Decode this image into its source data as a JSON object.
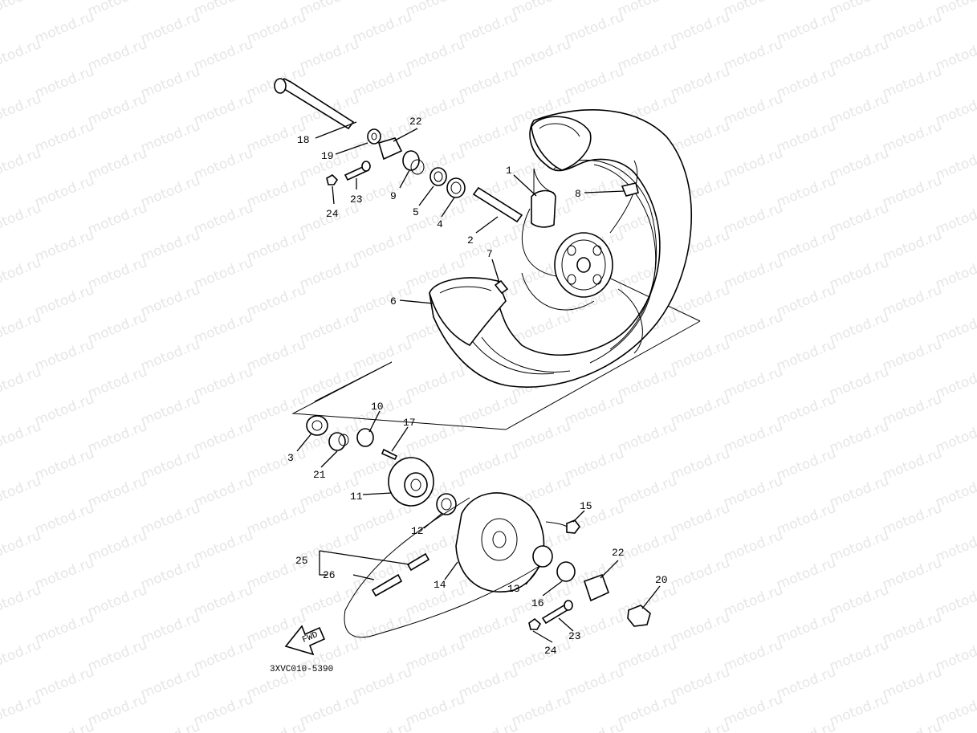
{
  "watermark": {
    "text": "motod.ru"
  },
  "diagram_code": "3XVC010-5390",
  "fwd_label": "FWD",
  "part_labels": [
    {
      "id": "p1",
      "text": "1"
    },
    {
      "id": "p2",
      "text": "2"
    },
    {
      "id": "p3",
      "text": "3"
    },
    {
      "id": "p4",
      "text": "4"
    },
    {
      "id": "p5",
      "text": "5"
    },
    {
      "id": "p6",
      "text": "6"
    },
    {
      "id": "p7",
      "text": "7"
    },
    {
      "id": "p8",
      "text": "8"
    },
    {
      "id": "p9",
      "text": "9"
    },
    {
      "id": "p10",
      "text": "10"
    },
    {
      "id": "p11",
      "text": "11"
    },
    {
      "id": "p12",
      "text": "12"
    },
    {
      "id": "p13",
      "text": "13"
    },
    {
      "id": "p14",
      "text": "14"
    },
    {
      "id": "p15",
      "text": "15"
    },
    {
      "id": "p16",
      "text": "16"
    },
    {
      "id": "p17",
      "text": "17"
    },
    {
      "id": "p18",
      "text": "18"
    },
    {
      "id": "p19",
      "text": "19"
    },
    {
      "id": "p20",
      "text": "20"
    },
    {
      "id": "p21",
      "text": "21"
    },
    {
      "id": "p22a",
      "text": "22"
    },
    {
      "id": "p22b",
      "text": "22"
    },
    {
      "id": "p23a",
      "text": "23"
    },
    {
      "id": "p23b",
      "text": "23"
    },
    {
      "id": "p24a",
      "text": "24"
    },
    {
      "id": "p24b",
      "text": "24"
    },
    {
      "id": "p25",
      "text": "25"
    },
    {
      "id": "p26",
      "text": "26"
    }
  ]
}
